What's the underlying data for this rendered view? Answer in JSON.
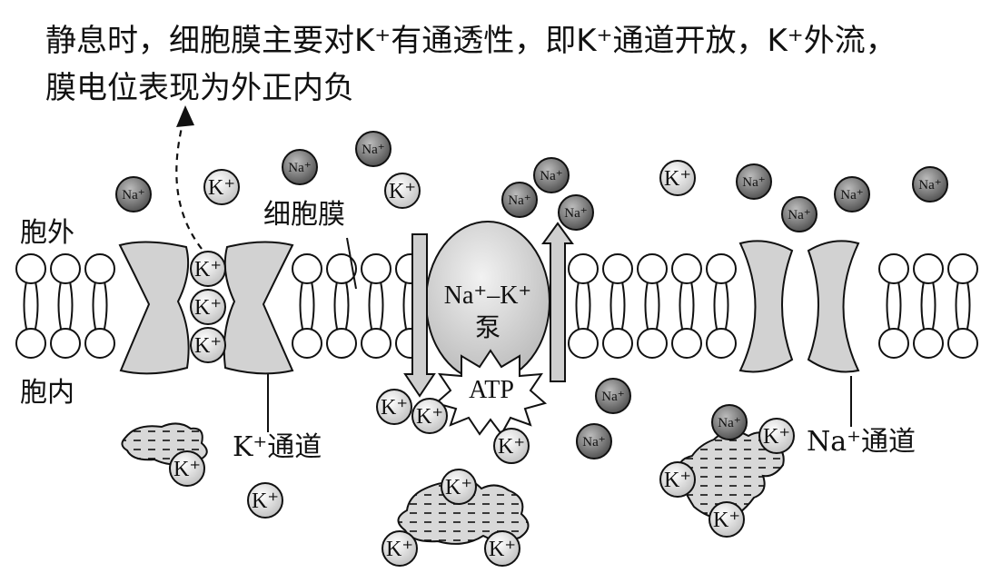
{
  "caption": {
    "line1": "静息时，细胞膜主要对K⁺有通透性，即K⁺通道开放，K⁺外流，",
    "line2": "膜电位表现为外正内负"
  },
  "labels": {
    "outside": "胞外",
    "inside": "胞内",
    "membrane": "细胞膜",
    "k_channel": "K⁺通道",
    "na_channel": "Na⁺通道",
    "pump_line1": "Na⁺–K⁺",
    "pump_line2": "泵",
    "atp": "ATP"
  },
  "ions": {
    "k": "K⁺",
    "na": "Na⁺"
  },
  "colors": {
    "protein_fill": "#d2d2d2",
    "na_ion_fill": "#7a7a7a",
    "k_ion_fill": "#e4e4e4",
    "lipid_head": "#ffffff",
    "outline": "#111111"
  }
}
